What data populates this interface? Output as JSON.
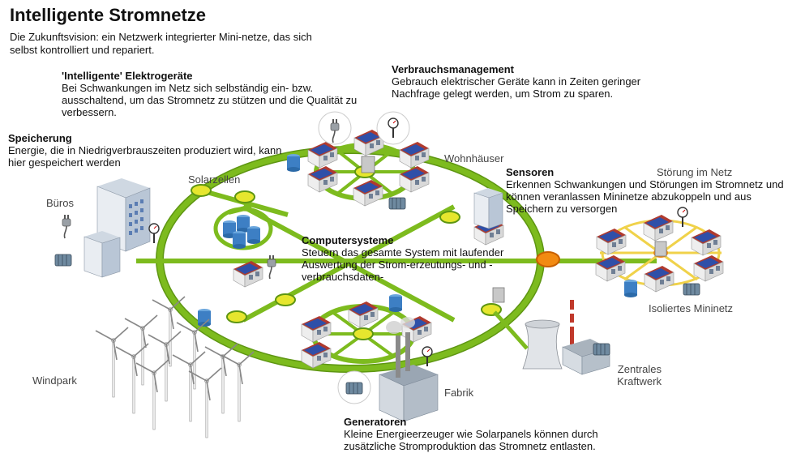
{
  "title": "Intelligente Stromnetze",
  "intro": "Die Zukunftsvision: ein Netzwerk integrierter Mini-netze, das sich selbst kontrolliert und repariert.",
  "blocks": {
    "elektrogeraete": {
      "title": "'Intelligente' Elektrogeräte",
      "body": "Bei Schwankungen im Netz sich selbständig ein- bzw. ausschaltend, um das Stromnetz zu stützen und die Qualität zu verbessern."
    },
    "verbrauchsmanagement": {
      "title": "Verbrauchsmanagement",
      "body": "Gebrauch elektrischer Geräte kann in Zeiten geringer Nachfrage gelegt werden, um Strom zu sparen."
    },
    "speicherung": {
      "title": "Speicherung",
      "body": "Energie, die in Niedrigverbrauszeiten produziert wird, kann hier gespeichert werden"
    },
    "sensoren": {
      "title": "Sensoren",
      "body": "Erkennen Schwankungen und Störungen im Stromnetz und können veranlassen Mininetze abzukoppeln und aus Speichern zu versorgen"
    },
    "computersysteme": {
      "title": "Computersysteme",
      "body": "Steuern das gesamte System mit laufender Auswertung der Strom-erzeutungs- und -verbrauchsdaten-"
    },
    "generatoren": {
      "title": "Generatoren",
      "body": "Kleine Energieerzeuger wie Solarpanels können durch zusätzliche Stromproduktion das Stromnetz entlasten."
    }
  },
  "labels": {
    "wohnhaeuser": "Wohnhäuser",
    "solarzellen": "Solarzellen",
    "bueros": "Büros",
    "stoerung": "Störung im Netz",
    "isoliertes": "Isoliertes Mininetz",
    "windpark": "Windpark",
    "fabrik": "Fabrik",
    "kraftwerk": "Zentrales Kraftwerk"
  },
  "colors": {
    "grid_green": "#7dbb1e",
    "grid_dark": "#5e9612",
    "node_yellow": "#e6e62e",
    "fault_orange": "#f28a12",
    "roof_red": "#b03a2e",
    "solar_blue": "#2f4fa8",
    "tank_blue": "#3d7fc4"
  }
}
